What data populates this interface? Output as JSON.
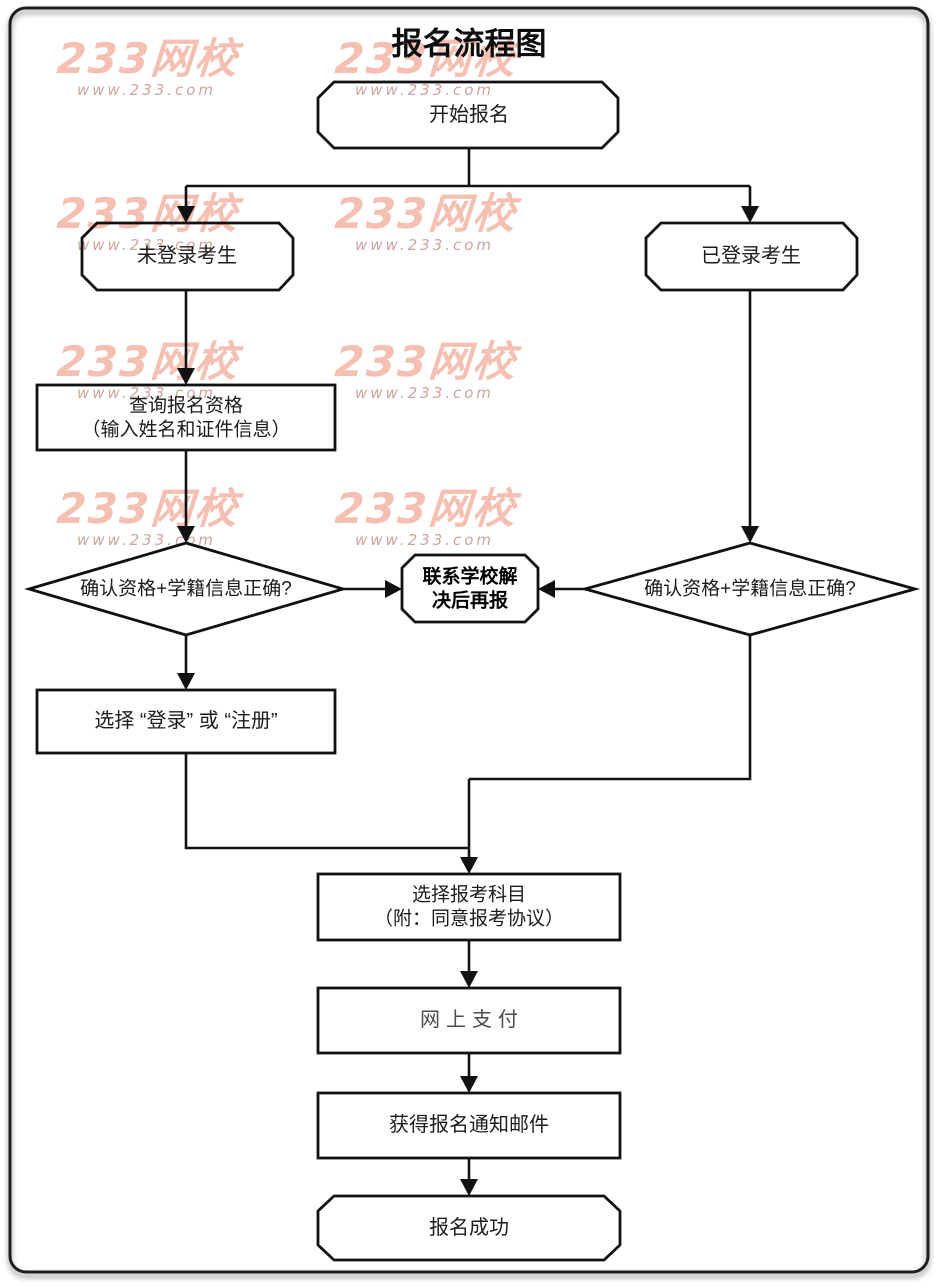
{
  "title": "报名流程图",
  "watermark": {
    "brand": "233网校",
    "url": "www.233.com"
  },
  "colors": {
    "line": "#111111",
    "watermark_brand": "#f5bfb1",
    "watermark_url": "#cfa49b",
    "background": "#ffffff"
  },
  "nodes": {
    "start": {
      "label": "开始报名"
    },
    "guest": {
      "label": "未登录考生"
    },
    "logged_in": {
      "label": "已登录考生"
    },
    "query": {
      "line1": "查询报名资格",
      "line2": "（输入姓名和证件信息）"
    },
    "decide_left": {
      "label": "确认资格+学籍信息正确?"
    },
    "contact": {
      "line1": "联系学校解",
      "line2": "决后再报"
    },
    "decide_right": {
      "label": "确认资格+学籍信息正确?"
    },
    "login_register": {
      "label": "选择 “登录” 或 “注册”"
    },
    "subjects": {
      "line1": "选择报考科目",
      "line2": "（附：同意报考协议）"
    },
    "pay": {
      "label": "网上支付"
    },
    "email": {
      "label": "获得报名通知邮件"
    },
    "success": {
      "label": "报名成功"
    }
  }
}
